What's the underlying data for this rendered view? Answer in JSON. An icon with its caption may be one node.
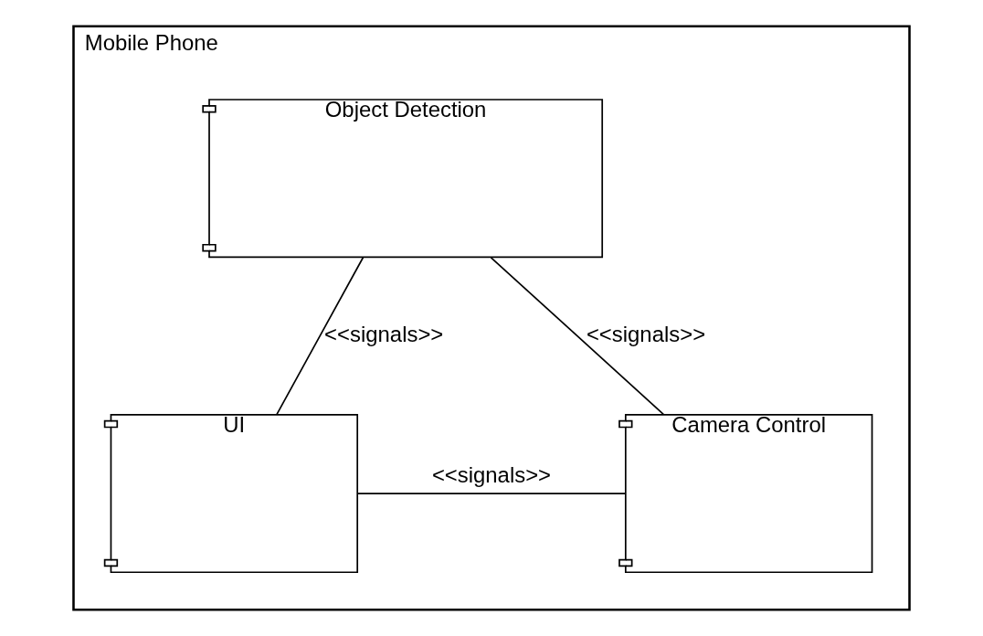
{
  "diagram": {
    "nodes": [
      {
        "text": [
          "Mobile Phone"
        ]
      },
      {
        "text": [
          "Object Detection"
        ],
        "in": 0
      },
      {
        "text": [
          "UI"
        ],
        "in": 0
      },
      {
        "text": [
          "Camera Control"
        ],
        "in": 0
      }
    ],
    "edges": [
      {
        "from": 1,
        "to": 2,
        "arrow": "none",
        "label": "<<signals>>"
      },
      {
        "from": 1,
        "to": 3,
        "arrow": "none",
        "label": "<<signals>>"
      },
      {
        "from": 2,
        "to": 3,
        "arrow": "none",
        "label": "<<signals>>"
      }
    ]
  }
}
